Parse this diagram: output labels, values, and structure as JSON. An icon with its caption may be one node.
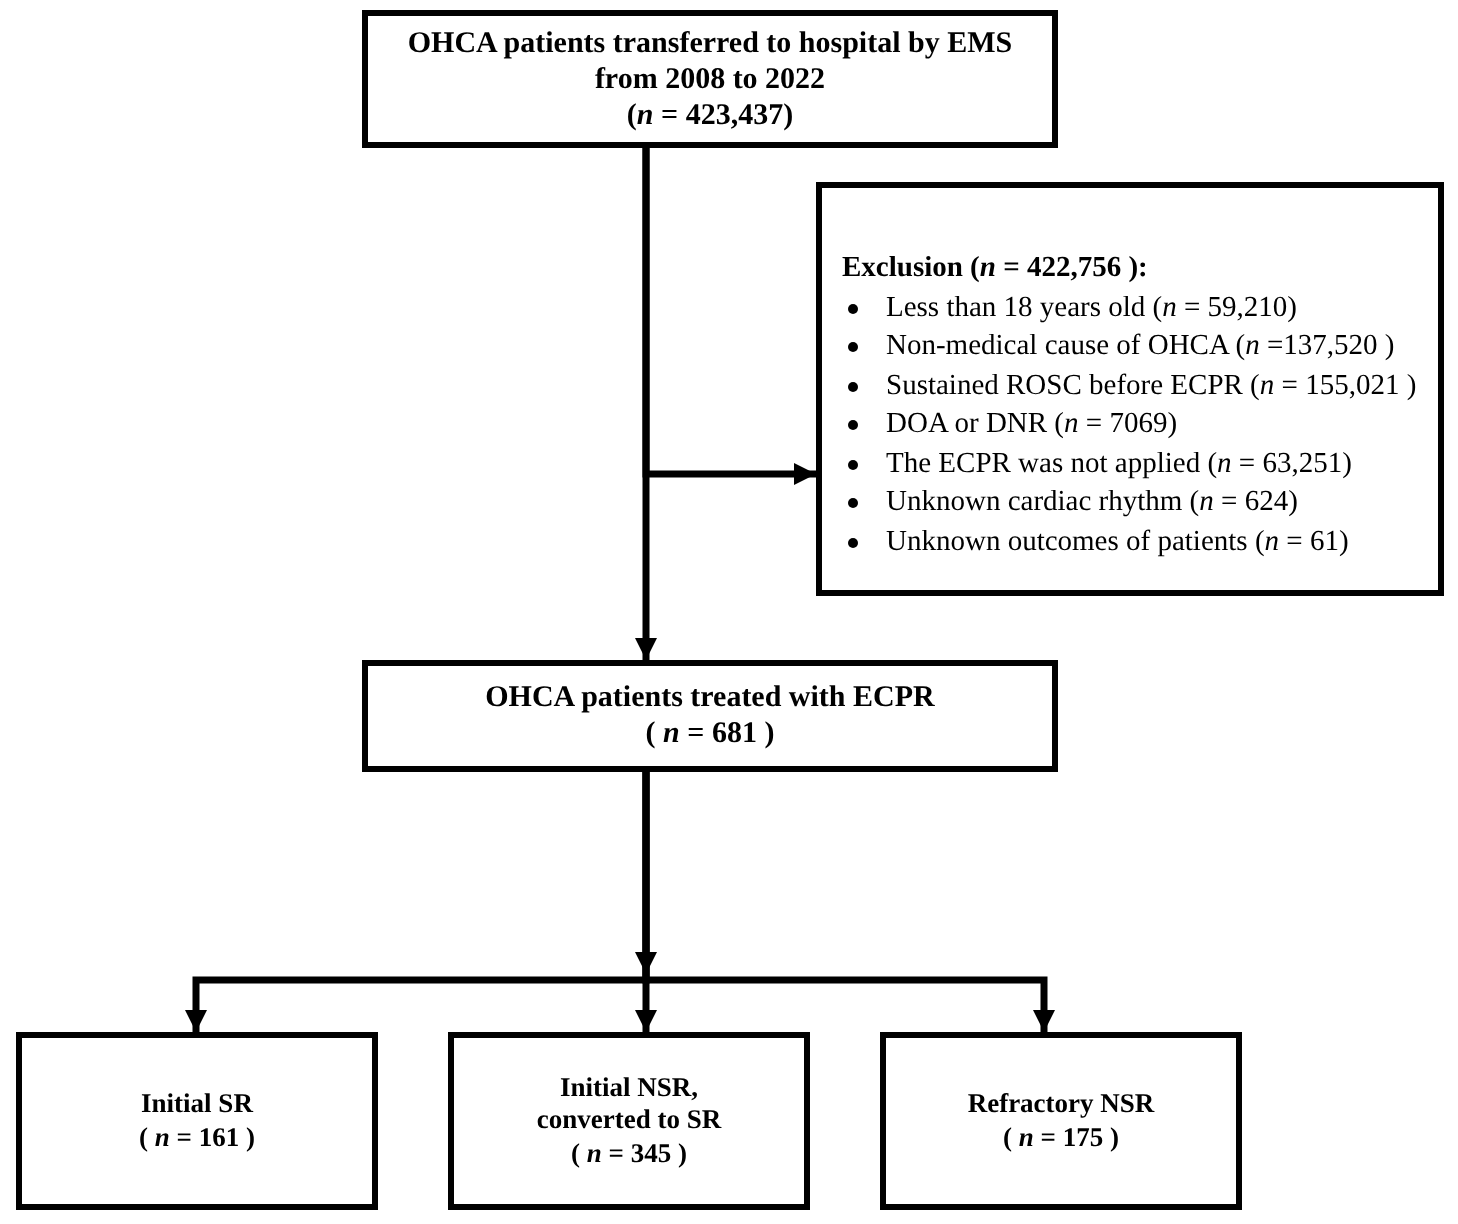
{
  "diagram": {
    "nodes": [
      {
        "text": [
          "OHCA patients transferred to hospital by EMS from 2008 to 2022",
          "(*n* = 423,437)"
        ]
      },
      {
        "text": [
          "Exclusion (*n* = 422,756 ):",
          "Less than 18 years old (*n* = 59,210)",
          "Non-medical cause of OHCA (*n* =137,520 )",
          "Sustained ROSC before ECPR (*n* = 155,021 )",
          "DOA or DNR (*n* = 7069)",
          "The ECPR was not applied (*n* = 63,251)",
          "Unknown cardiac rhythm (*n* = 624)",
          "Unknown outcomes of patients (*n* = 61)"
        ]
      },
      {
        "text": [
          "OHCA patients treated with ECPR",
          "( *n* = 681 )"
        ]
      },
      {
        "text": [
          "Initial SR",
          "( *n* = 161 )"
        ]
      },
      {
        "text": [
          "Initial NSR, converted to SR",
          "( *n* = 345 )"
        ]
      },
      {
        "text": [
          "Refractory NSR",
          "( *n* = 175 )"
        ]
      }
    ],
    "edges": [
      {
        "from": 0,
        "to": 1,
        "arrow": "to"
      },
      {
        "from": 0,
        "to": 2,
        "arrow": "to"
      },
      {
        "from": 2,
        "to": 3,
        "arrow": "to"
      },
      {
        "from": 2,
        "to": 4,
        "arrow": "to"
      },
      {
        "from": 2,
        "to": 5,
        "arrow": "to"
      }
    ]
  }
}
